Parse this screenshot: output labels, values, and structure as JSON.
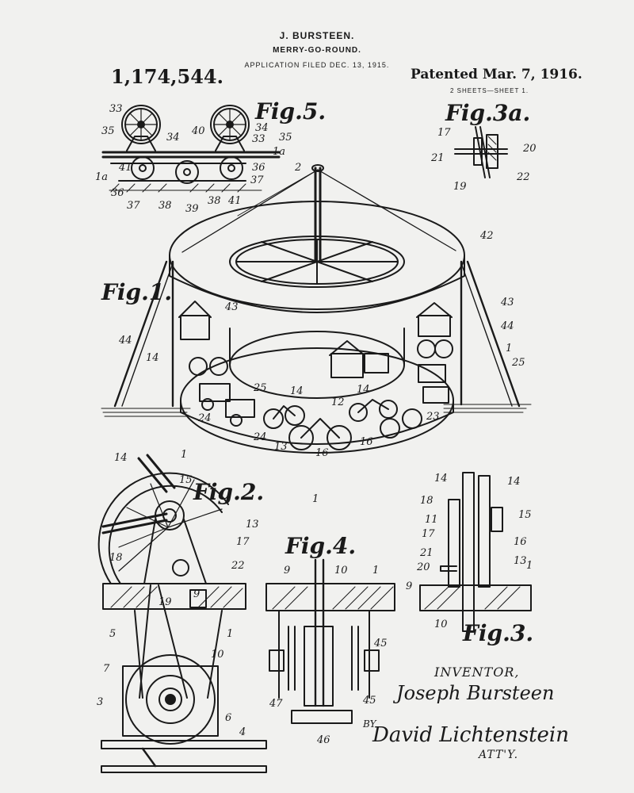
{
  "header": {
    "inventor_name": "J. BURSTEEN.",
    "title": "MERRY-GO-ROUND.",
    "filed": "APPLICATION FILED DEC. 13, 1915.",
    "patent_number": "1,174,544.",
    "patent_date": "Patented Mar. 7, 1916.",
    "sheets": "2 SHEETS—SHEET 1."
  },
  "figures": {
    "fig1": "Fig.1.",
    "fig2": "Fig.2.",
    "fig3": "Fig.3.",
    "fig3a": "Fig.3a.",
    "fig4": "Fig.4.",
    "fig5": "Fig.5."
  },
  "labels": {
    "fig5": [
      "33",
      "35",
      "34",
      "40",
      "34",
      "33",
      "35",
      "1a",
      "41",
      "36",
      "1a",
      "36",
      "37",
      "38",
      "39",
      "38",
      "41",
      "37"
    ],
    "fig3a": [
      "17",
      "20",
      "21",
      "19",
      "22"
    ],
    "fig1": [
      "2",
      "42",
      "43",
      "43",
      "44",
      "44",
      "1",
      "14",
      "25",
      "25",
      "24",
      "24",
      "14",
      "12",
      "14",
      "13",
      "16",
      "16",
      "23",
      "1",
      "1"
    ],
    "fig2": [
      "14",
      "15",
      "13",
      "17",
      "18",
      "22",
      "19",
      "9",
      "5",
      "1",
      "10",
      "7",
      "3",
      "6",
      "4"
    ],
    "fig4": [
      "9",
      "10",
      "1",
      "45",
      "47",
      "45",
      "46"
    ],
    "fig3": [
      "14",
      "14",
      "18",
      "11",
      "15",
      "17",
      "16",
      "21",
      "20",
      "13",
      "9",
      "1",
      "10"
    ]
  },
  "signature": {
    "inventor_label": "INVENTOR,",
    "inventor_name": "Joseph Bursteen",
    "by": "BY",
    "attorney_name": "David Lichtenstein",
    "attorney_label": "ATT'Y."
  }
}
